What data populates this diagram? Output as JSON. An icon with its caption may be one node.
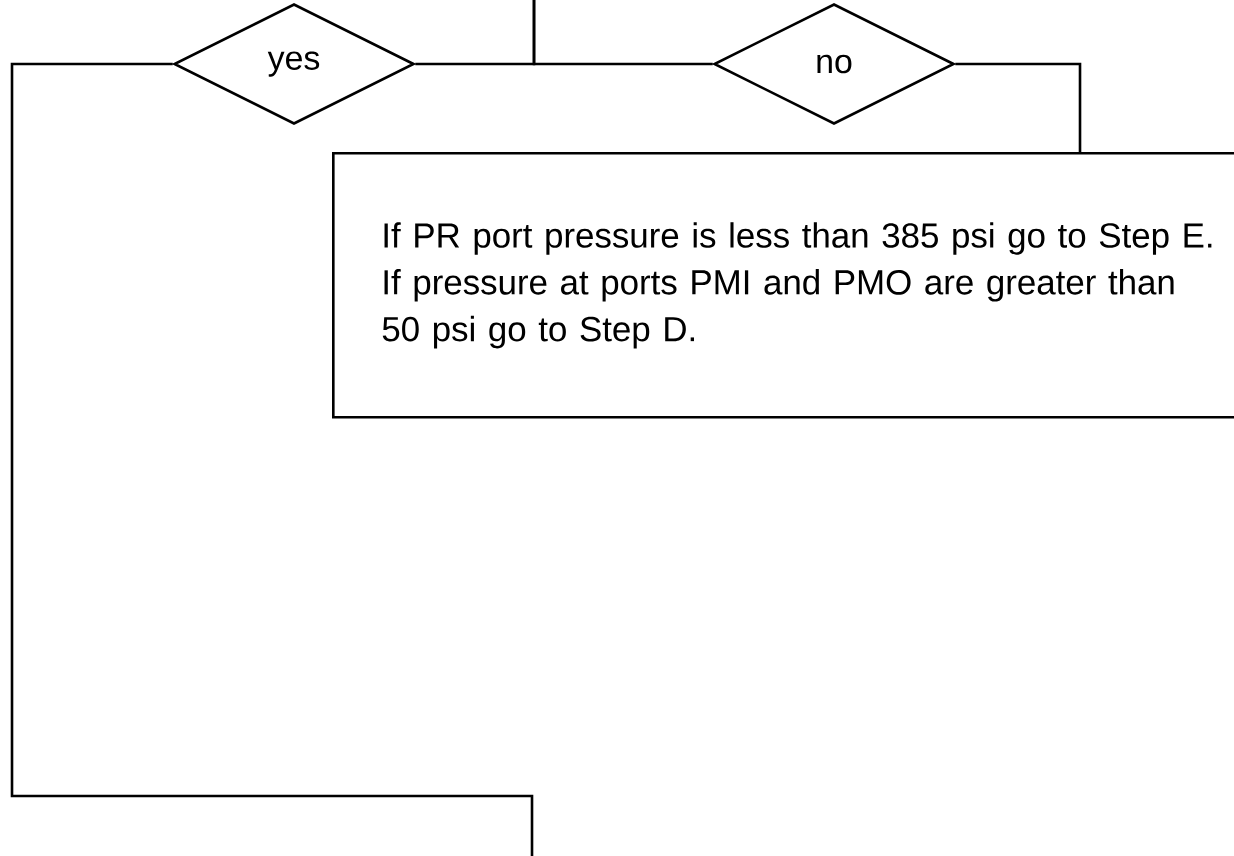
{
  "diagram": {
    "nodes": [
      {
        "text": [
          "yes"
        ]
      },
      {
        "text": [
          "no"
        ]
      },
      {
        "text": [
          "If PR port pressure is less than 385 psi go to Step E. If pressure at ports PMI and PMO are greater than 50 psi go to Step D."
        ]
      }
    ],
    "edges": [
      {
        "from": null,
        "to": 0,
        "arrow": "none"
      },
      {
        "from": null,
        "to": 1,
        "arrow": "none"
      },
      {
        "from": 0,
        "to": null,
        "arrow": "none"
      },
      {
        "from": 1,
        "to": 2,
        "arrow": "none"
      }
    ]
  }
}
